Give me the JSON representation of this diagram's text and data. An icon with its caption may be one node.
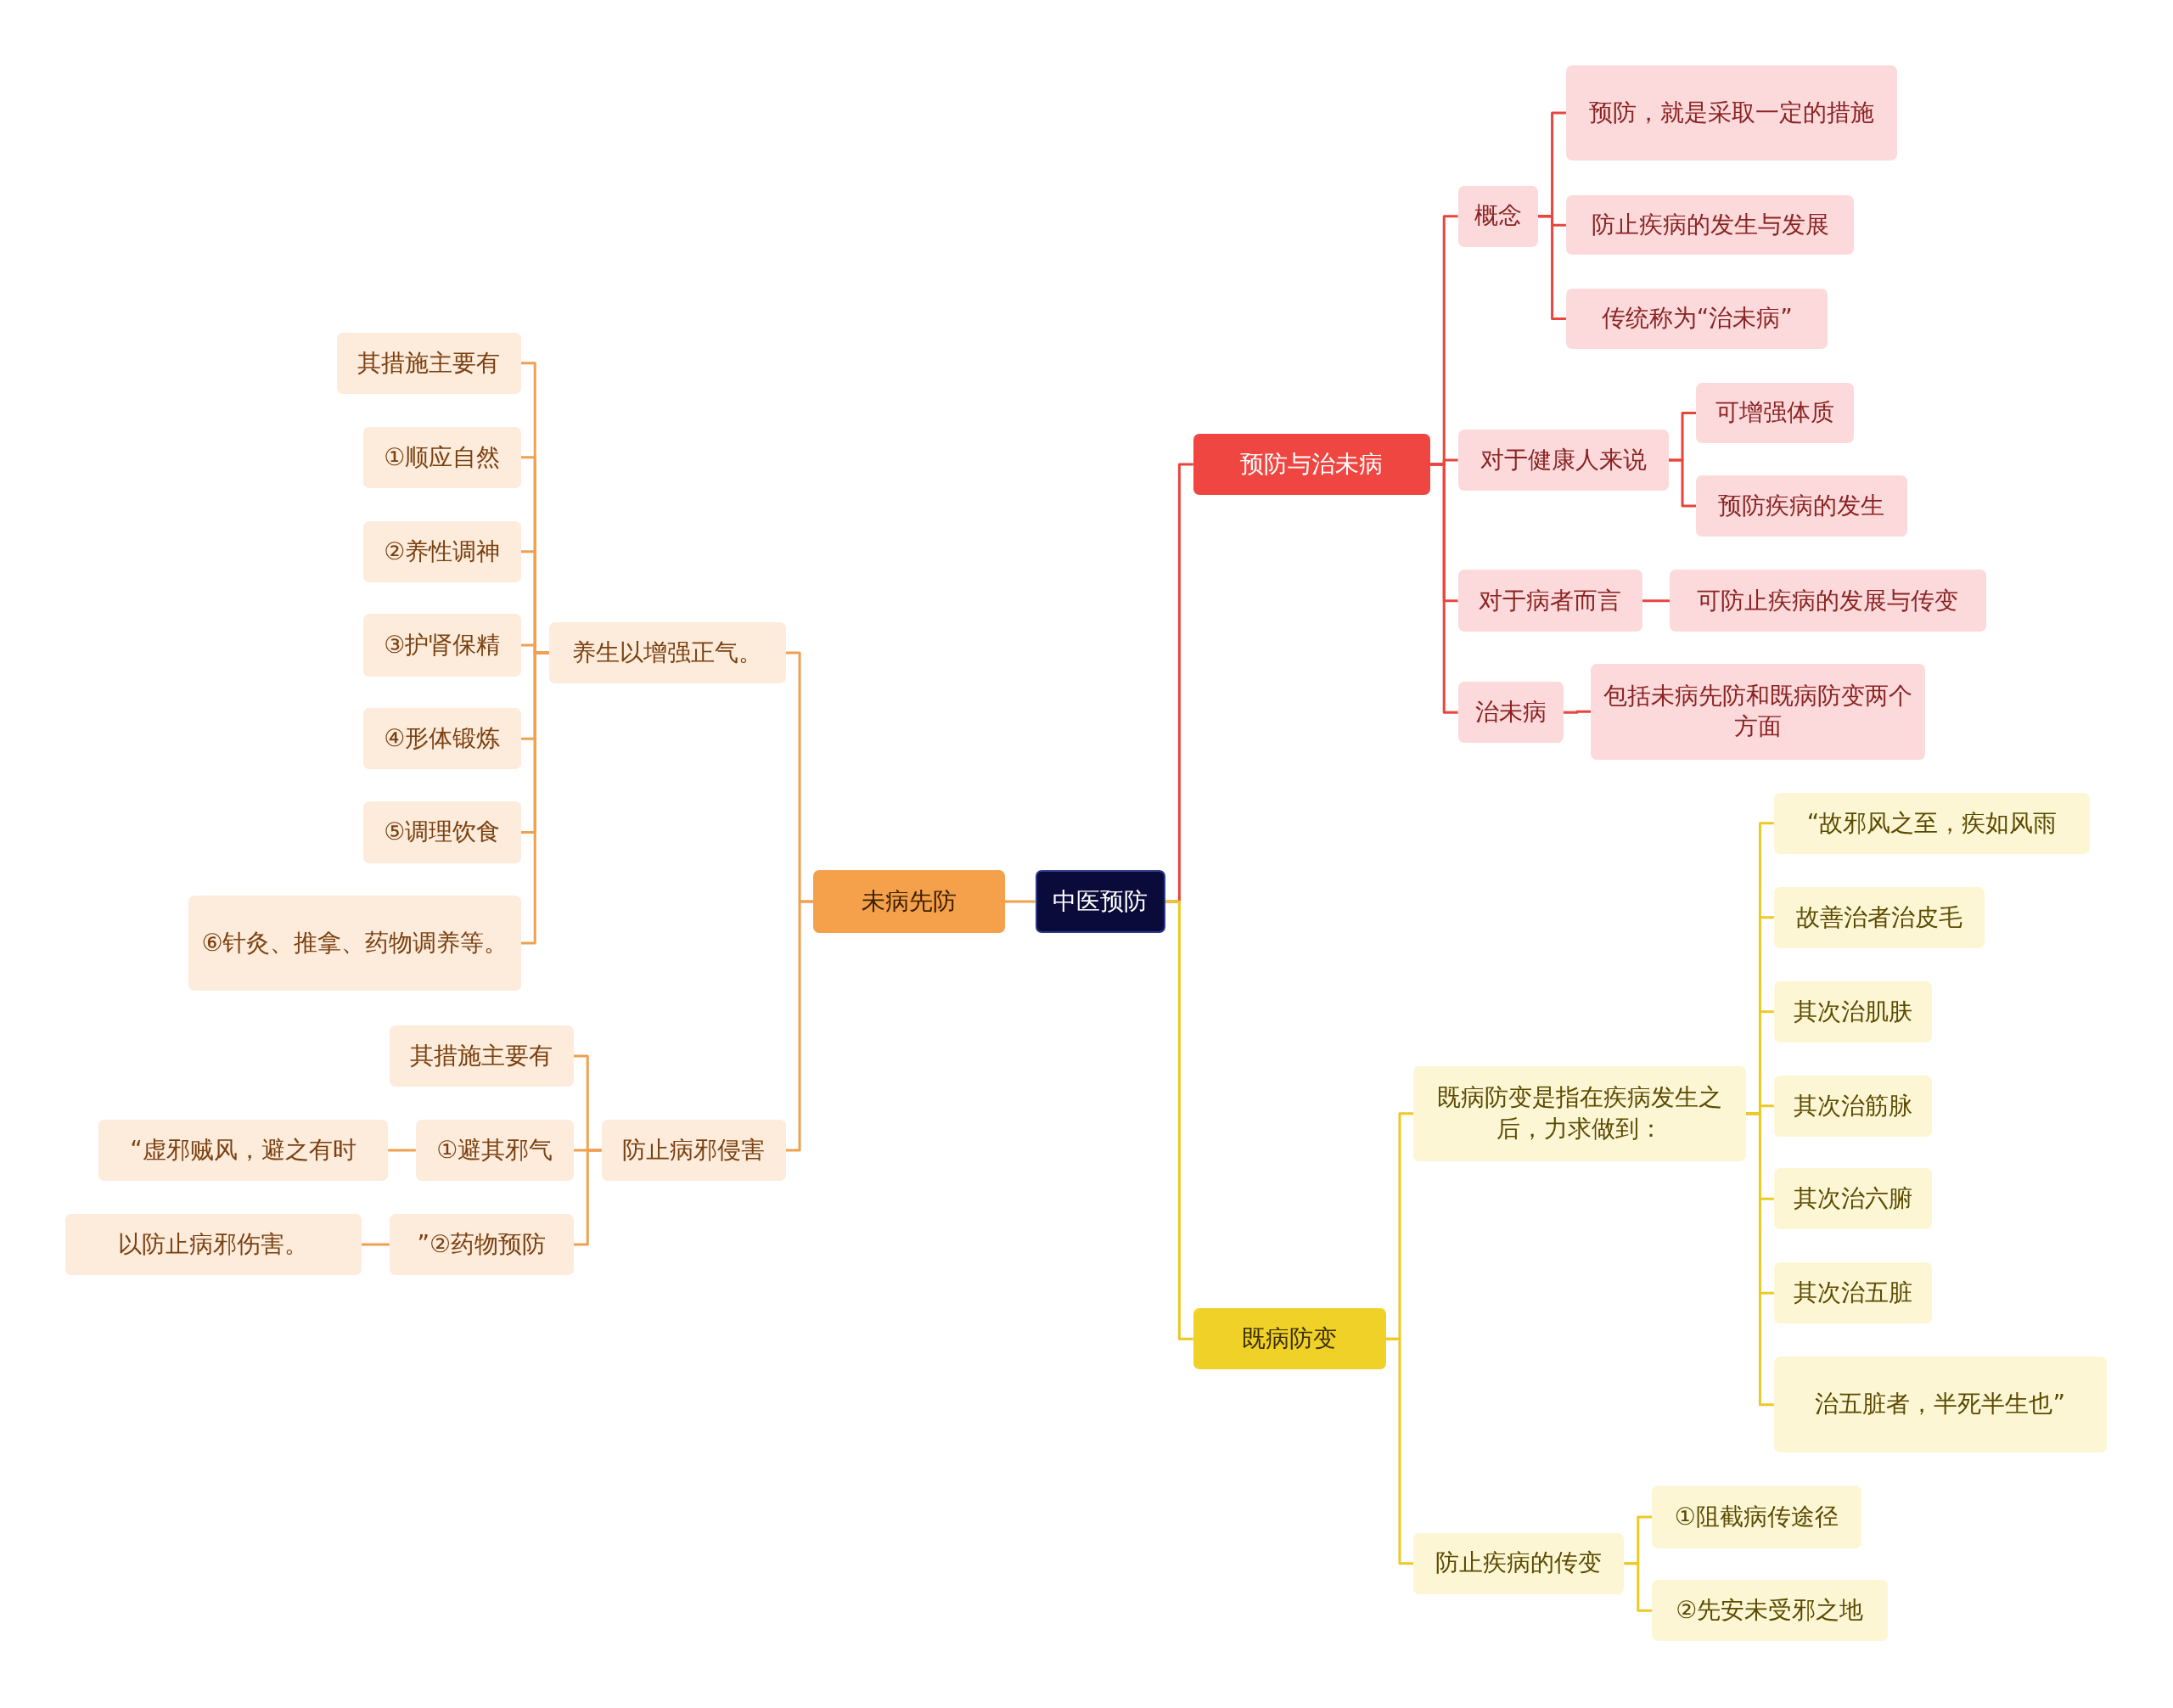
{
  "diagram": {
    "nodes": [
      {
        "text": [
          "中医预防"
        ]
      },
      {
        "text": [
          "预防与治未病"
        ]
      },
      {
        "text": [
          "概念"
        ]
      },
      {
        "text": [
          "预防，就是采取一定的措施"
        ]
      },
      {
        "text": [
          "防止疾病的发生与发展"
        ]
      },
      {
        "text": [
          "传统称为“治未病”"
        ]
      },
      {
        "text": [
          "对于健康人来说"
        ]
      },
      {
        "text": [
          "可增强体质"
        ]
      },
      {
        "text": [
          "预防疾病的发生"
        ]
      },
      {
        "text": [
          "对于病者而言"
        ]
      },
      {
        "text": [
          "可防止疾病的发展与传变"
        ]
      },
      {
        "text": [
          "治未病"
        ]
      },
      {
        "text": [
          "包括未病先防和既病防变两个方面"
        ]
      },
      {
        "text": [
          "既病防变"
        ]
      },
      {
        "text": [
          "既病防变是指在疾病发生之后，力求做到："
        ]
      },
      {
        "text": [
          "“故邪风之至，疾如风雨"
        ]
      },
      {
        "text": [
          "故善治者治皮毛"
        ]
      },
      {
        "text": [
          "其次治肌肤"
        ]
      },
      {
        "text": [
          "其次治筋脉"
        ]
      },
      {
        "text": [
          "其次治六腑"
        ]
      },
      {
        "text": [
          "其次治五脏"
        ]
      },
      {
        "text": [
          "治五脏者，半死半生也”"
        ]
      },
      {
        "text": [
          "防止疾病的传变"
        ]
      },
      {
        "text": [
          "①阻截病传途径"
        ]
      },
      {
        "text": [
          "②先安未受邪之地"
        ]
      },
      {
        "text": [
          "未病先防"
        ]
      },
      {
        "text": [
          "养生以增强正气。"
        ]
      },
      {
        "text": [
          "其措施主要有"
        ]
      },
      {
        "text": [
          "①顺应自然"
        ]
      },
      {
        "text": [
          "②养性调神"
        ]
      },
      {
        "text": [
          "③护肾保精"
        ]
      },
      {
        "text": [
          "④形体锻炼"
        ]
      },
      {
        "text": [
          "⑤调理饮食"
        ]
      },
      {
        "text": [
          "⑥针灸、推拿、药物调养等。"
        ]
      },
      {
        "text": [
          "防止病邪侵害"
        ]
      },
      {
        "text": [
          "其措施主要有"
        ]
      },
      {
        "text": [
          "①避其邪气"
        ]
      },
      {
        "text": [
          "“虚邪贼风，避之有时"
        ]
      },
      {
        "text": [
          "”②药物预防"
        ]
      },
      {
        "text": [
          "以防止病邪伤害。"
        ]
      }
    ],
    "edges": [
      {
        "from": 0,
        "to": 1,
        "arrow": "none",
        "color": "#e8453c"
      },
      {
        "from": 1,
        "to": 2,
        "arrow": "none",
        "color": "#e8453c"
      },
      {
        "from": 1,
        "to": 6,
        "arrow": "none",
        "color": "#e8453c"
      },
      {
        "from": 1,
        "to": 9,
        "arrow": "none",
        "color": "#e8453c"
      },
      {
        "from": 1,
        "to": 11,
        "arrow": "none",
        "color": "#e8453c"
      },
      {
        "from": 2,
        "to": 3,
        "arrow": "none",
        "color": "#e8453c"
      },
      {
        "from": 2,
        "to": 4,
        "arrow": "none",
        "color": "#e8453c"
      },
      {
        "from": 2,
        "to": 5,
        "arrow": "none",
        "color": "#e8453c"
      },
      {
        "from": 6,
        "to": 7,
        "arrow": "none",
        "color": "#e8453c"
      },
      {
        "from": 6,
        "to": 8,
        "arrow": "none",
        "color": "#e8453c"
      },
      {
        "from": 9,
        "to": 10,
        "arrow": "none",
        "color": "#e8453c"
      },
      {
        "from": 11,
        "to": 12,
        "arrow": "none",
        "color": "#e8453c"
      },
      {
        "from": 0,
        "to": 13,
        "arrow": "none",
        "color": "#ecc925"
      },
      {
        "from": 13,
        "to": 14,
        "arrow": "none",
        "color": "#ecc925"
      },
      {
        "from": 13,
        "to": 22,
        "arrow": "none",
        "color": "#ecc925"
      },
      {
        "from": 14,
        "to": 15,
        "arrow": "none",
        "color": "#ecc925"
      },
      {
        "from": 14,
        "to": 16,
        "arrow": "none",
        "color": "#ecc925"
      },
      {
        "from": 14,
        "to": 17,
        "arrow": "none",
        "color": "#ecc925"
      },
      {
        "from": 14,
        "to": 18,
        "arrow": "none",
        "color": "#ecc925"
      },
      {
        "from": 14,
        "to": 19,
        "arrow": "none",
        "color": "#ecc925"
      },
      {
        "from": 14,
        "to": 20,
        "arrow": "none",
        "color": "#ecc925"
      },
      {
        "from": 14,
        "to": 21,
        "arrow": "none",
        "color": "#ecc925"
      },
      {
        "from": 22,
        "to": 23,
        "arrow": "none",
        "color": "#ecc925"
      },
      {
        "from": 22,
        "to": 24,
        "arrow": "none",
        "color": "#ecc925"
      },
      {
        "from": 0,
        "to": 25,
        "arrow": "none"
      },
      {
        "from": 25,
        "to": 26,
        "arrow": "none"
      },
      {
        "from": 25,
        "to": 34,
        "arrow": "none"
      },
      {
        "from": 26,
        "to": 27,
        "arrow": "none"
      },
      {
        "from": 26,
        "to": 28,
        "arrow": "none"
      },
      {
        "from": 26,
        "to": 29,
        "arrow": "none"
      },
      {
        "from": 26,
        "to": 30,
        "arrow": "none"
      },
      {
        "from": 26,
        "to": 31,
        "arrow": "none"
      },
      {
        "from": 26,
        "to": 32,
        "arrow": "none"
      },
      {
        "from": 26,
        "to": 33,
        "arrow": "none"
      },
      {
        "from": 34,
        "to": 35,
        "arrow": "none"
      },
      {
        "from": 34,
        "to": 36,
        "arrow": "none"
      },
      {
        "from": 34,
        "to": 38,
        "arrow": "none"
      },
      {
        "from": 36,
        "to": 37,
        "arrow": "none"
      },
      {
        "from": 38,
        "to": 39,
        "arrow": "none"
      }
    ]
  }
}
